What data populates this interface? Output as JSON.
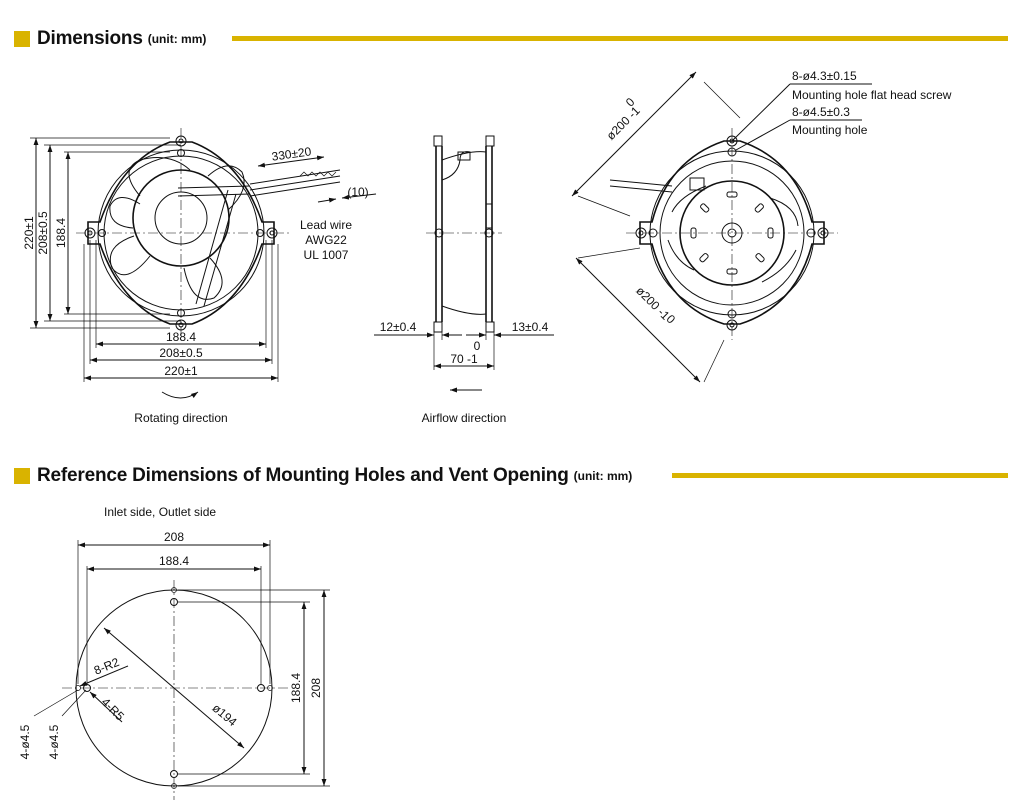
{
  "colors": {
    "accent": "#D9B300",
    "line": "#111111"
  },
  "section1": {
    "title": "Dimensions",
    "unit": "(unit: mm)"
  },
  "section2": {
    "title": "Reference Dimensions of Mounting Holes and Vent Opening",
    "unit": "(unit: mm)"
  },
  "front": {
    "height_outer": "220±1",
    "height_mid": "208±0.5",
    "height_inner": "188.4",
    "width_inner": "188.4",
    "width_mid": "208±0.5",
    "width_outer": "220±1",
    "lead_length": "330±20",
    "lead_strip": "(10)",
    "lead_wire": [
      "Lead wire",
      "AWG22",
      "UL 1007"
    ],
    "rotation_caption": "Rotating direction"
  },
  "side": {
    "left_flange": "12±0.4",
    "right_flange": "13±0.4",
    "depth_tol": "0",
    "depth": "70 -1",
    "airflow_caption": "Airflow direction"
  },
  "rear": {
    "screw_hole": "8-ø4.3±0.15",
    "screw_hole_desc": "Mounting hole flat head screw",
    "mount_hole": "8-ø4.5±0.3",
    "mount_hole_desc": "Mounting hole",
    "diag_top": "ø200 -1",
    "diag_top_tol": "0",
    "diag_bottom": "ø200 -1",
    "diag_bottom_tol": "0"
  },
  "reference": {
    "side_caption": "Inlet side, Outlet side",
    "width_outer": "208",
    "width_inner": "188.4",
    "height_inner": "188.4",
    "height_outer": "208",
    "vent_diameter": "ø194",
    "radius_small": "8-R2",
    "radius_large": "4-R5",
    "hole_a": "4-ø4.5",
    "hole_b": "4-ø4.5"
  }
}
